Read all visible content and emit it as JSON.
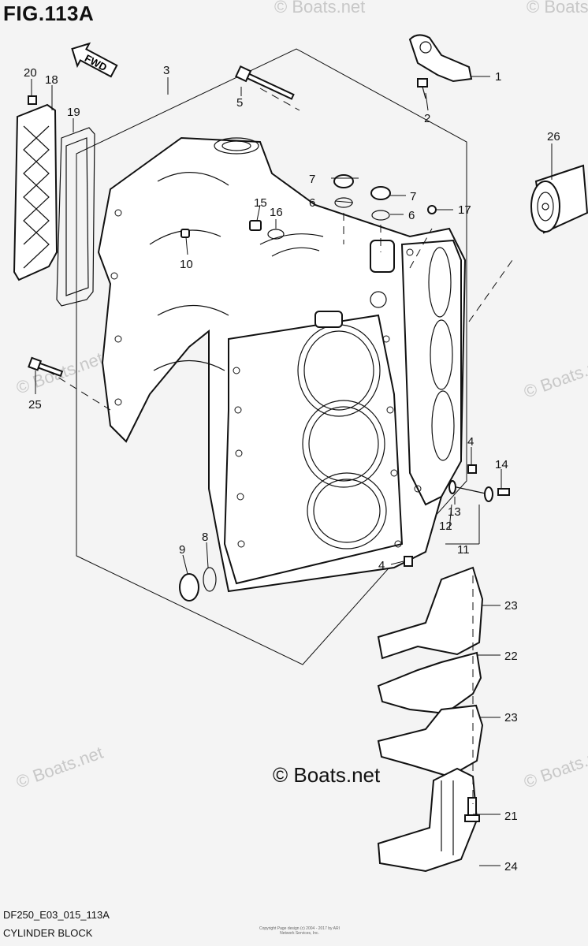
{
  "header": {
    "figure_title": "FIG.113A"
  },
  "diagram": {
    "direction_label": "FWD",
    "callouts": [
      "1",
      "2",
      "3",
      "4",
      "4",
      "5",
      "6",
      "6",
      "7",
      "7",
      "8",
      "9",
      "10",
      "11",
      "12",
      "13",
      "14",
      "15",
      "16",
      "17",
      "18",
      "19",
      "20",
      "21",
      "22",
      "23",
      "23",
      "24",
      "25",
      "26"
    ]
  },
  "footer": {
    "diagram_code": "DF250_E03_015_113A",
    "diagram_name": "CYLINDER BLOCK",
    "copyright": "Copyright\nPage design (c) 2004 - 2017 by ARI Network Services, Inc."
  },
  "watermark": {
    "main": "© Boats.net",
    "faint": "© Boats.net"
  }
}
